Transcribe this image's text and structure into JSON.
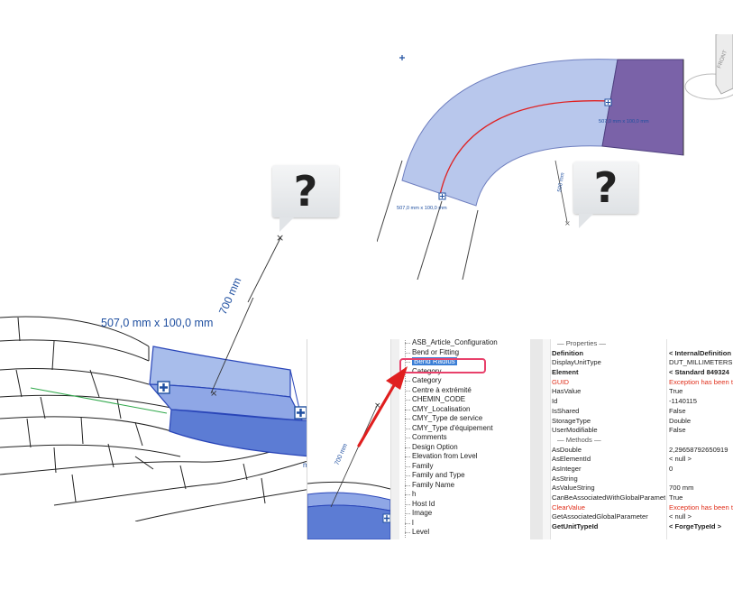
{
  "arc_view": {
    "dim_top": "507,0 mm x 100,0 mm",
    "dim_bottom": "507,0 mm x 100,0 mm",
    "radius_label": "500 mm",
    "view_cube_text": "FRONT"
  },
  "bubbles": {
    "question_mark": "?"
  },
  "duct_view": {
    "dim_label": "507,0 mm x 100,0 mm",
    "radius_label": "700 mm",
    "cut_label": "mm"
  },
  "small_view": {
    "radius_label": "700 mm"
  },
  "param_list": {
    "rows": [
      "ASB_Article_Configuration",
      "Bend or Fitting",
      "Bend Radius",
      "Category",
      "Category",
      "Centre à extrémité",
      "CHEMIN_CODE",
      "CMY_Localisation",
      "CMY_Type de service",
      "CMY_Type d'équipement",
      "Comments",
      "Design Option",
      "Elevation from Level",
      "Family",
      "Family and Type",
      "Family Name",
      "h",
      "Host Id",
      "Image",
      "l",
      "Level"
    ],
    "selected_index": 2
  },
  "properties": {
    "rows": [
      {
        "k": "— Properties —",
        "v": "",
        "style": "sec"
      },
      {
        "k": "Definition",
        "v": "< InternalDefinition",
        "style": "bold"
      },
      {
        "k": "DisplayUnitType",
        "v": "DUT_MILLIMETERS",
        "style": ""
      },
      {
        "k": "Element",
        "v": "< Standard  849324",
        "style": "bold"
      },
      {
        "k": "GUID",
        "v": "Exception has been thro",
        "style": "red"
      },
      {
        "k": "HasValue",
        "v": "True",
        "style": ""
      },
      {
        "k": "Id",
        "v": "-1140115",
        "style": ""
      },
      {
        "k": "IsShared",
        "v": "False",
        "style": ""
      },
      {
        "k": "StorageType",
        "v": "Double",
        "style": ""
      },
      {
        "k": "UserModifiable",
        "v": "False",
        "style": ""
      },
      {
        "k": "— Methods —",
        "v": "",
        "style": "sec"
      },
      {
        "k": "AsDouble",
        "v": "2,29658792650919",
        "style": ""
      },
      {
        "k": "AsElementId",
        "v": "< null >",
        "style": ""
      },
      {
        "k": "AsInteger",
        "v": "0",
        "style": ""
      },
      {
        "k": "AsString",
        "v": "",
        "style": ""
      },
      {
        "k": "AsValueString",
        "v": "700 mm",
        "style": ""
      },
      {
        "k": "CanBeAssociatedWithGlobalParameters",
        "v": "True",
        "style": ""
      },
      {
        "k": "ClearValue",
        "v": "Exception has been thro",
        "style": "red"
      },
      {
        "k": "GetAssociatedGlobalParameter",
        "v": "< null >",
        "style": ""
      },
      {
        "k": "GetUnitTypeId",
        "v": "< ForgeTypeId >",
        "style": "bold"
      }
    ]
  },
  "colors": {
    "duct_fill": "#b8c7ec",
    "duct_dark": "#6a73c7",
    "purple_section": "#7a62a8",
    "centerline": "#e02020",
    "dim_blue": "#1f4fa0",
    "highlight_box": "#e8416b",
    "arrow": "#e01f1f",
    "selection": "#3b7fd6"
  }
}
